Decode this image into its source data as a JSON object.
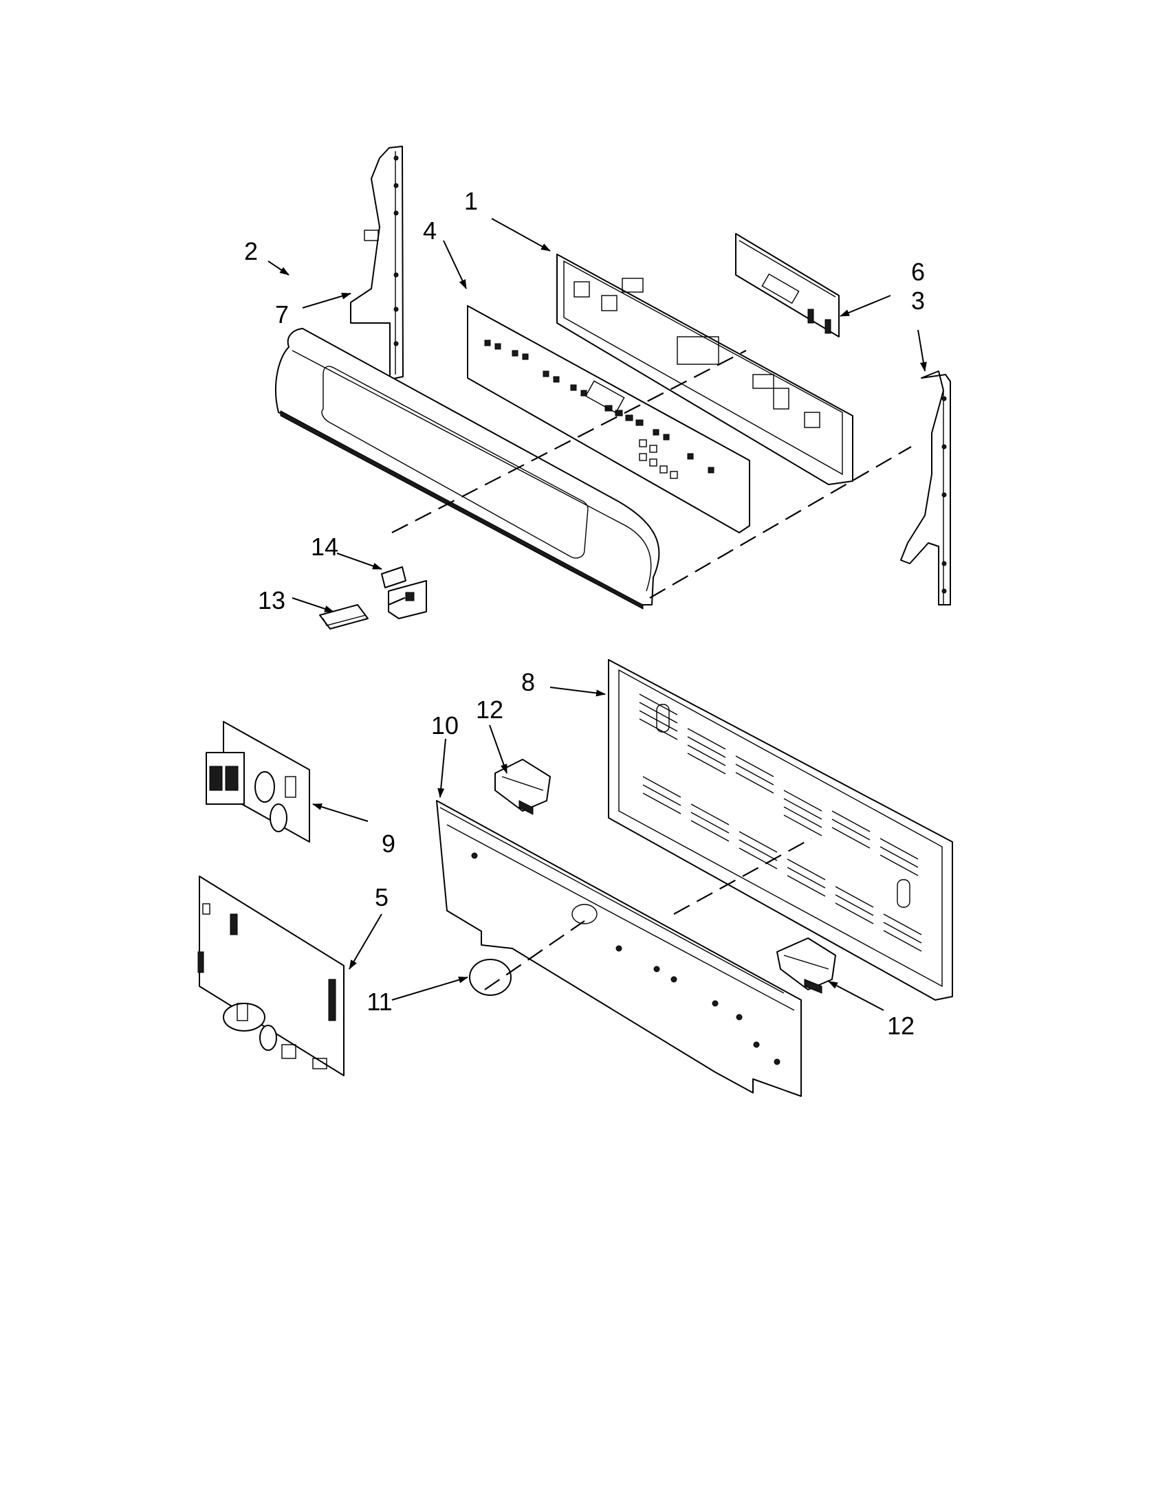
{
  "diagram": {
    "callouts": [
      {
        "id": "1",
        "label": "1"
      },
      {
        "id": "2",
        "label": "2"
      },
      {
        "id": "3",
        "label": "3"
      },
      {
        "id": "4",
        "label": "4"
      },
      {
        "id": "5",
        "label": "5"
      },
      {
        "id": "6",
        "label": "6"
      },
      {
        "id": "7",
        "label": "7"
      },
      {
        "id": "8",
        "label": "8"
      },
      {
        "id": "9",
        "label": "9"
      },
      {
        "id": "10",
        "label": "10"
      },
      {
        "id": "11",
        "label": "11"
      },
      {
        "id": "12a",
        "label": "12"
      },
      {
        "id": "12b",
        "label": "12"
      },
      {
        "id": "13",
        "label": "13"
      },
      {
        "id": "14",
        "label": "14"
      }
    ]
  }
}
